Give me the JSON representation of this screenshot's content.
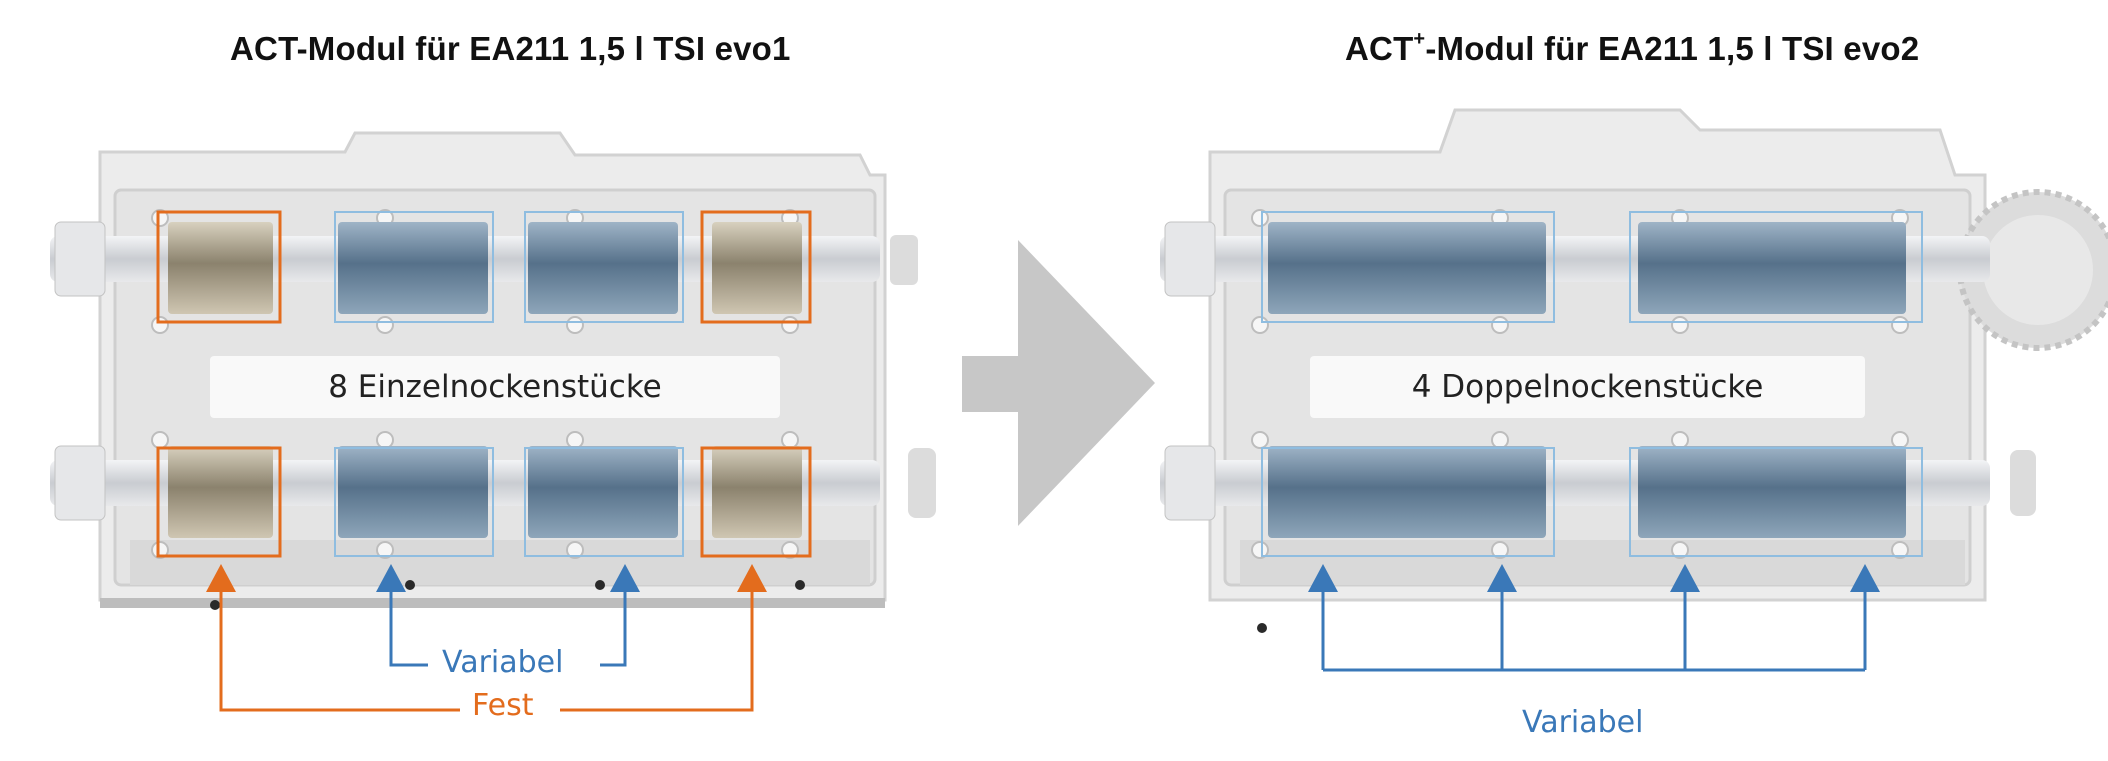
{
  "left": {
    "title_pre": "ACT-Modul für EA211 1,5 l TSI evo1",
    "banner": "8 Einzelnockenstücke",
    "variable_label": "Variabel",
    "fixed_label": "Fest"
  },
  "right": {
    "title_a": "ACT",
    "title_sup": "+",
    "title_b": "-Modul für EA211 1,5 l TSI evo2",
    "banner": "4 Doppelnockenstücke",
    "variable_label": "Variabel"
  },
  "colors": {
    "fixed": "#e36c1d",
    "variable": "#3a78b8",
    "arrow": "#c7c7c7"
  }
}
